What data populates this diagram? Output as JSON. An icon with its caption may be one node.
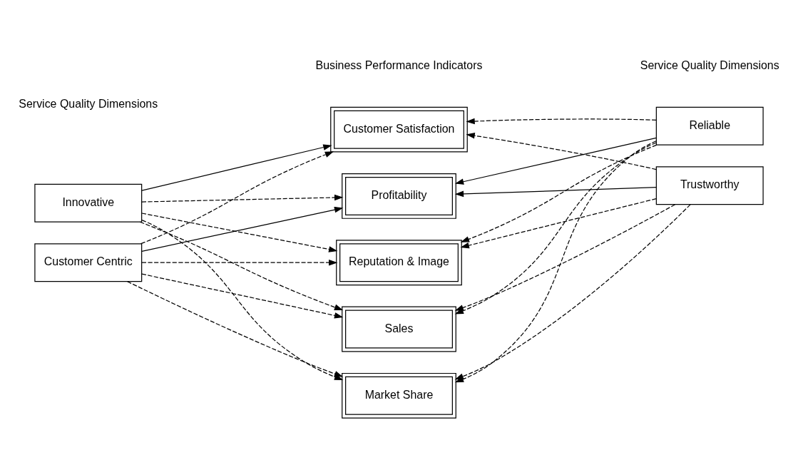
{
  "diagram": {
    "nodes": [
      {
        "text": [
          "Innovative"
        ]
      },
      {
        "text": [
          "Customer Centric"
        ]
      },
      {
        "text": [
          "Customer Satisfaction"
        ]
      },
      {
        "text": [
          "Profitability"
        ]
      },
      {
        "text": [
          "Reputation & Image"
        ]
      },
      {
        "text": [
          "Sales"
        ]
      },
      {
        "text": [
          "Market Share"
        ]
      },
      {
        "text": [
          "Reliable"
        ]
      },
      {
        "text": [
          "Trustworthy"
        ]
      }
    ],
    "edges": [
      {
        "from": 0,
        "to": 2,
        "arrow": "to"
      },
      {
        "from": 0,
        "to": 3,
        "arrow": "to",
        "style": "dashed"
      },
      {
        "from": 0,
        "to": 4,
        "arrow": "to",
        "style": "dashed"
      },
      {
        "from": 0,
        "to": 5,
        "arrow": "to",
        "style": "dashed"
      },
      {
        "from": 0,
        "to": 6,
        "arrow": "to",
        "style": "dashed"
      },
      {
        "from": 1,
        "to": 2,
        "arrow": "to",
        "style": "dashed"
      },
      {
        "from": 1,
        "to": 3,
        "arrow": "to"
      },
      {
        "from": 1,
        "to": 4,
        "arrow": "to",
        "style": "dashed"
      },
      {
        "from": 1,
        "to": 5,
        "arrow": "to",
        "style": "dashed"
      },
      {
        "from": 1,
        "to": 6,
        "arrow": "to",
        "style": "dashed"
      },
      {
        "from": 7,
        "to": 2,
        "arrow": "to",
        "style": "dashed"
      },
      {
        "from": 7,
        "to": 3,
        "arrow": "to"
      },
      {
        "from": 7,
        "to": 4,
        "arrow": "to",
        "style": "dashed"
      },
      {
        "from": 7,
        "to": 5,
        "arrow": "to",
        "style": "dashed"
      },
      {
        "from": 7,
        "to": 6,
        "arrow": "to",
        "style": "dashed"
      },
      {
        "from": 8,
        "to": 2,
        "arrow": "to",
        "style": "dashed"
      },
      {
        "from": 8,
        "to": 3,
        "arrow": "to"
      },
      {
        "from": 8,
        "to": 4,
        "arrow": "to",
        "style": "dashed"
      },
      {
        "from": 8,
        "to": 5,
        "arrow": "to",
        "style": "dashed"
      },
      {
        "from": 8,
        "to": 6,
        "arrow": "to",
        "style": "dashed"
      }
    ],
    "labels": [
      "Service Quality Dimensions",
      "Business Performance Indicators",
      "Service Quality Dimensions"
    ]
  }
}
